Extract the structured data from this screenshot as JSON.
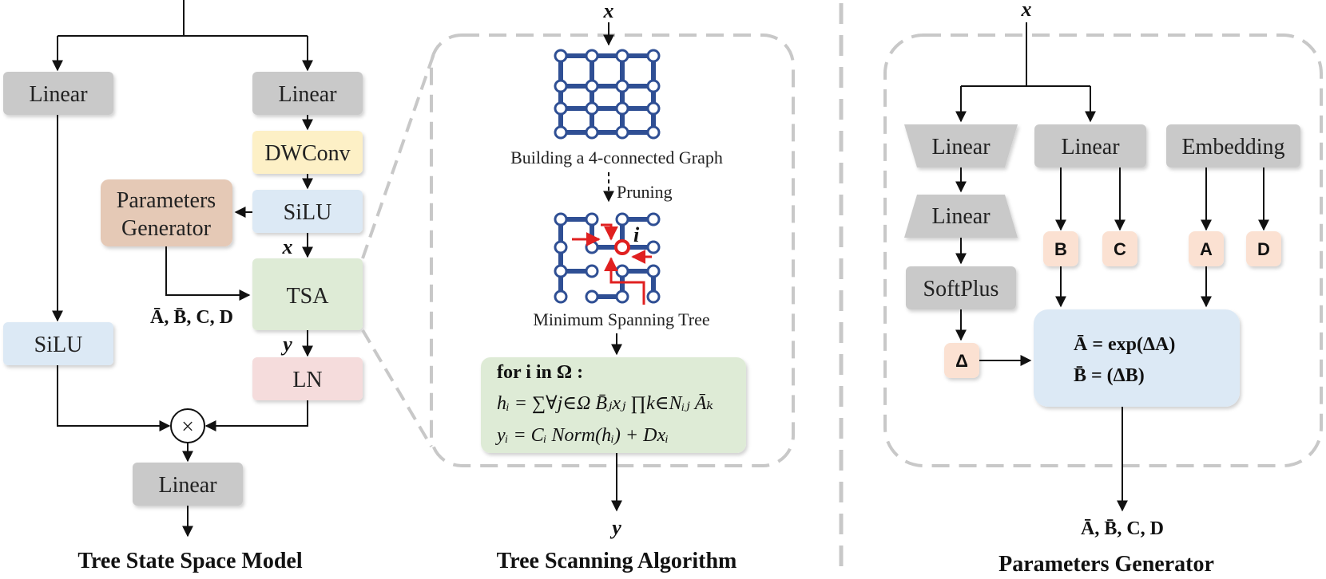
{
  "tssm": {
    "caption": "Tree State Space Model",
    "linear_left": "Linear",
    "linear_right": "Linear",
    "dwconv": "DWConv",
    "silu_right": "SiLU",
    "silu_left": "SiLU",
    "params_gen_line1": "Parameters",
    "params_gen_line2": "Generator",
    "tsa": "TSA",
    "ln": "LN",
    "linear_out": "Linear",
    "var_x": "x",
    "var_y": "y",
    "params_label": "Ā, B̄, C, D",
    "multiply": "×"
  },
  "tsa_panel": {
    "caption": "Tree Scanning Algorithm",
    "input_var": "x",
    "output_var": "y",
    "graph_label": "Building a 4-connected Graph",
    "pruning_label": "Pruning",
    "node_label": "i",
    "mst_label": "Minimum Spanning Tree",
    "formula_line1": "for i in Ω :",
    "formula_line2": "hᵢ = ∑∀j∈Ω B̄ⱼxⱼ ∏k∈Nᵢⱼ Āₖ",
    "formula_line3": "yᵢ = Cᵢ Norm(hᵢ) + Dxᵢ"
  },
  "pg_panel": {
    "caption": "Parameters Generator",
    "input_var": "x",
    "linear_trap_top": "Linear",
    "linear_trap_bottom": "Linear",
    "softplus": "SoftPlus",
    "linear_mid": "Linear",
    "embedding": "Embedding",
    "badge_b": "B",
    "badge_c": "C",
    "badge_a": "A",
    "badge_d": "D",
    "badge_delta": "Δ",
    "eq_line1": "Ā = exp(ΔA)",
    "eq_line2": "B̄ = (ΔB)",
    "output_label": "Ā, B̄, C, D"
  },
  "colors": {
    "gray_box": "#c9c9c9",
    "yellow_box": "#fdf0c6",
    "blue_box": "#dce9f5",
    "green_box": "#deebd6",
    "pink_box": "#f5dcdc",
    "brown_box": "#e5c9b6",
    "badge": "#fbe1d2",
    "graph_blue": "#2f4f94",
    "red": "#e02020",
    "dash": "#c8c8c8"
  }
}
